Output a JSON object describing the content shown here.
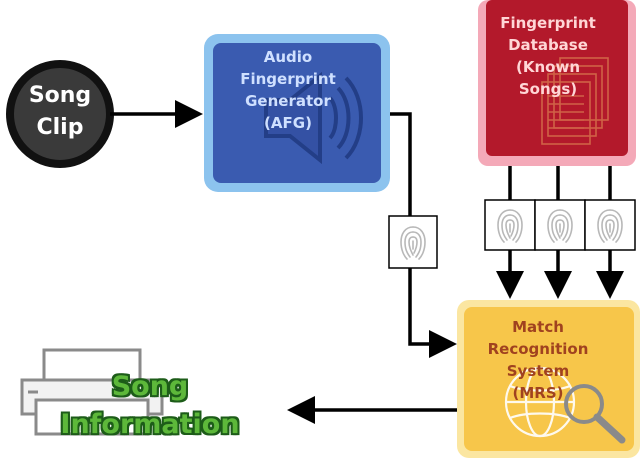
{
  "nodes": {
    "song_clip": {
      "label": "Song\nClip"
    },
    "afg": {
      "label": "Audio\nFingerprint\nGenerator\n(AFG)",
      "icon": "speaker-icon"
    },
    "database": {
      "label": "Fingerprint\nDatabase\n(Known\nSongs)",
      "icon": "document-stack-icon"
    },
    "mrs": {
      "label": "Match\nRecognition\nSystem\n(MRS)",
      "icon": "globe-search-icon"
    },
    "song_info": {
      "label": "Song\nInformation",
      "icon": "printer-icon"
    }
  },
  "fingerprint_icon": "fingerprint-icon",
  "colors": {
    "song_clip": "#3a3a3a",
    "afg_fill": "#3a5bb0",
    "afg_border": "#8cc3ee",
    "db_fill": "#b3192b",
    "db_border": "#f4a9b8",
    "mrs_fill": "#f7c64a",
    "mrs_border": "#fbe6a1",
    "song_info": "#5db83a"
  }
}
